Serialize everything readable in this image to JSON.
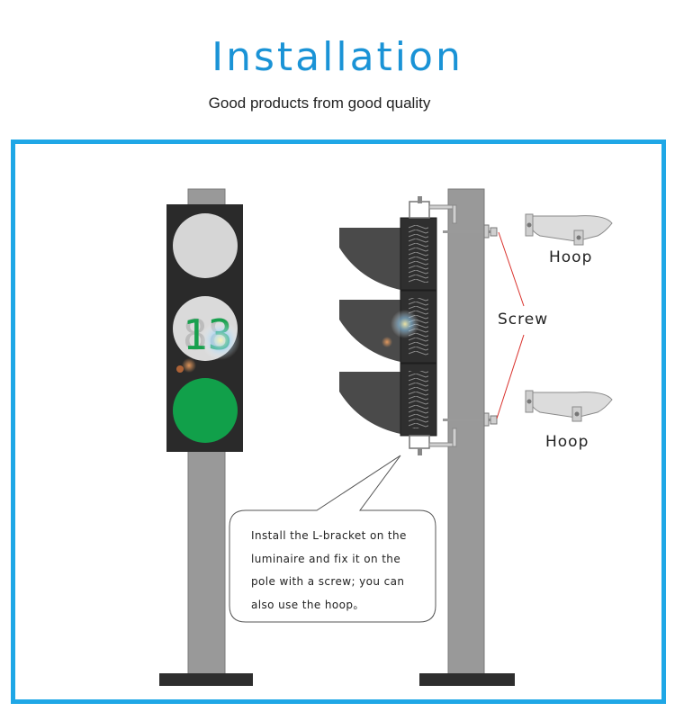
{
  "header": {
    "title": "Installation",
    "subtitle": "Good products from good quality"
  },
  "labels": {
    "hoop_top": "Hoop",
    "hoop_bottom": "Hoop",
    "screw": "Screw"
  },
  "countdown": {
    "digits": "13"
  },
  "callout": {
    "lines": [
      "Install the L-bracket on the",
      "luminaire and fix it on the",
      "pole with a screw; you can",
      "also use the hoop。"
    ]
  },
  "colors": {
    "title_blue": "#1a93d6",
    "frame_blue": "#1fa7e6",
    "pole_gray": "#999999",
    "housing": "#2a2a2a",
    "lamp_green": "#11a04a",
    "digit_green": "#18a04e",
    "screw_line": "#d9302b"
  }
}
